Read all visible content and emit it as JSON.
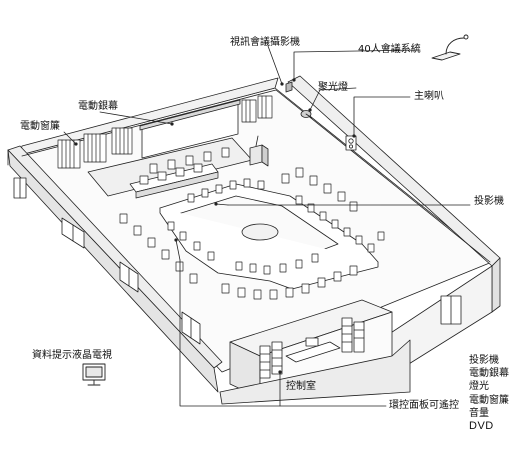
{
  "labels": {
    "video_camera": "視訊會議攝影機",
    "conference_40": "40人會議系統",
    "spotlight": "聚光燈",
    "main_speaker": "主喇叭",
    "electric_screen": "電動銀幕",
    "electric_curtain": "電動窗簾",
    "projector": "投影機",
    "lcd_tv": "資料提示液晶電視",
    "control_room": "控制室",
    "wall_panel": "環控面板可遙控"
  },
  "legend": {
    "items": [
      "投影機",
      "電動銀幕",
      "燈光",
      "電動窗簾",
      "音量",
      "DVD"
    ]
  }
}
